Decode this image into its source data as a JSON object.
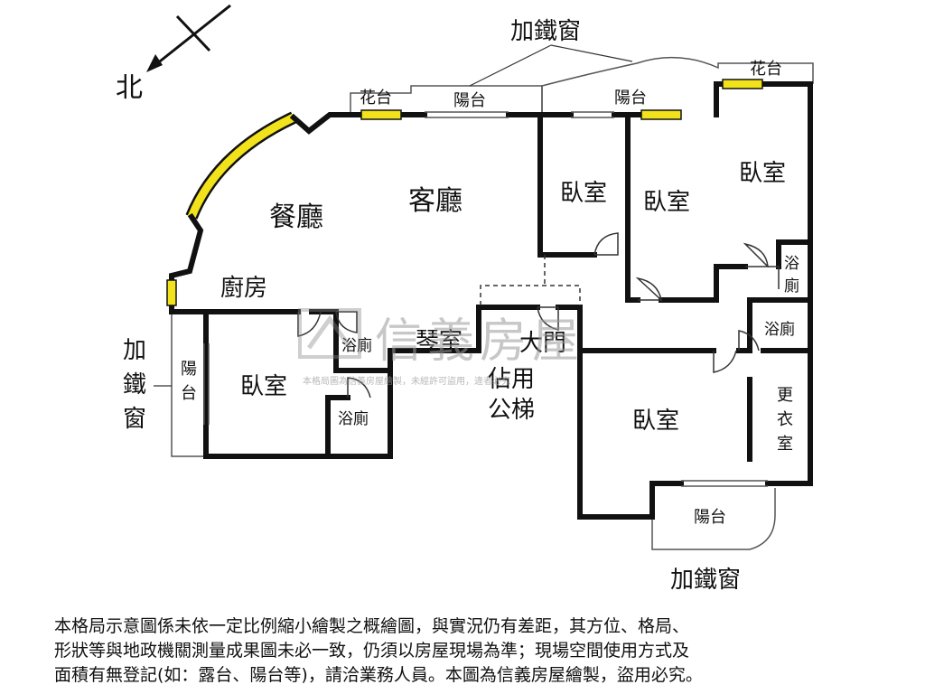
{
  "compass": {
    "north_label": "北"
  },
  "rooms": {
    "dining": "餐廳",
    "living": "客廳",
    "kitchen": "廚房",
    "bedroom_1": "臥室",
    "bedroom_2": "臥室",
    "bedroom_3": "臥室",
    "bedroom_4": "臥室",
    "bedroom_5": "臥室",
    "bath_1": "浴廁",
    "bath_2": "浴廁",
    "bath_3": "浴廁",
    "bath_4": "浴廁",
    "piano": "琴室",
    "entrance": "大門",
    "shared_1": "佔用",
    "shared_2": "公梯",
    "closet": [
      "更",
      "衣",
      "室"
    ]
  },
  "outdoor": {
    "balcony_top_1": "陽台",
    "balcony_top_2": "陽台",
    "balcony_bottom": "陽台",
    "balcony_left": [
      "陽",
      "台"
    ],
    "planter_1": "花台",
    "planter_2": "花台",
    "iron_window_top": "加鐵窗",
    "iron_window_left": [
      "加",
      "鐵",
      "窗"
    ],
    "iron_window_bottom": "加鐵窗"
  },
  "watermark": {
    "brand": "信義房屋",
    "notice": "本格局圖為信義房屋繪製，未經許可盜用，違者必究"
  },
  "disclaimer": [
    "本格局示意圖係未依一定比例縮小繪製之概繪圖，與實況仍有差距，其方位、格局、",
    "形狀等與地政機關測量成果圖未必一致，仍須以房屋現場為準；現場空間使用方式及",
    "面積有無登記(如：露台、陽台等)，請洽業務人員。本圖為信義房屋繪製，盜用必究。"
  ]
}
